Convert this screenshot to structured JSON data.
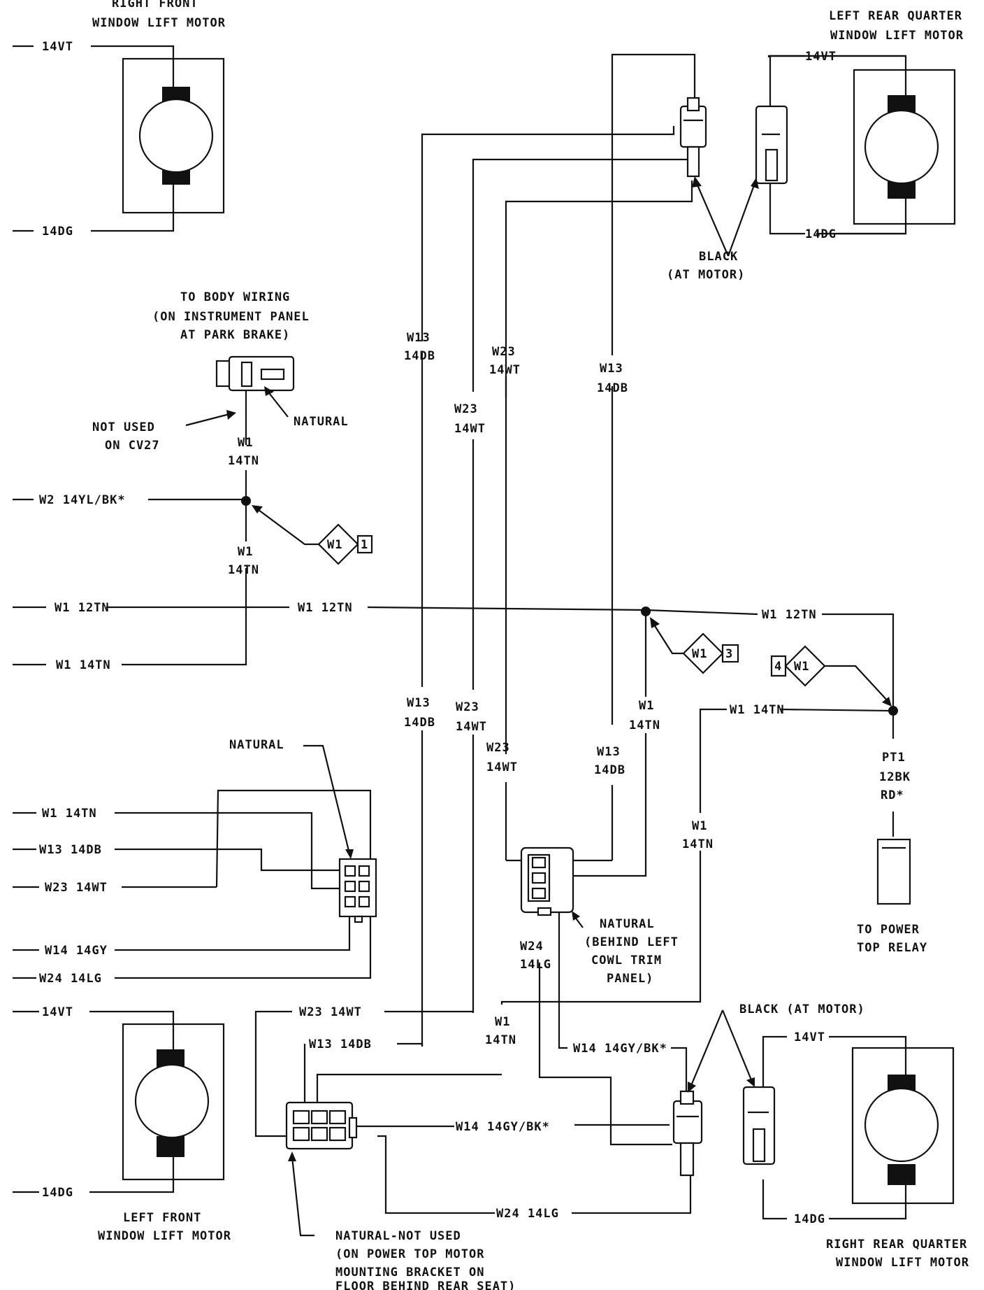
{
  "components": {
    "rf_motor": [
      "RIGHT FRONT",
      "WINDOW LIFT MOTOR"
    ],
    "lrq_motor": [
      "LEFT REAR QUARTER",
      "WINDOW LIFT MOTOR"
    ],
    "lf_motor": [
      "LEFT FRONT",
      "WINDOW LIFT MOTOR"
    ],
    "rrq_motor": [
      "RIGHT  REAR QUARTER",
      "WINDOW LIFT MOTOR"
    ],
    "body_wiring": [
      "TO BODY WIRING",
      "(ON INSTRUMENT PANEL",
      "AT PARK BRAKE)"
    ],
    "not_used": [
      "NOT USED",
      "ON CV27"
    ],
    "natural_top": "NATURAL",
    "natural_left": "NATURAL",
    "natural_cowl": [
      "NATURAL",
      "(BEHIND LEFT",
      "COWL TRIM",
      "PANEL)"
    ],
    "natural_not_used": [
      "NATURAL-NOT USED",
      "(ON POWER TOP MOTOR",
      "MOUNTING BRACKET ON",
      "FLOOR BEHIND REAR SEAT)"
    ],
    "black_top": [
      "BLACK",
      "(AT MOTOR)"
    ],
    "black_bottom": "BLACK (AT MOTOR)",
    "power_top_relay": [
      "TO POWER",
      "TOP RELAY"
    ]
  },
  "wires": {
    "rf_14vt": "14VT",
    "rf_14dg": "14DG",
    "lrq_14vt": "14VT",
    "lrq_14dg": "14DG",
    "lf_14vt": "14VT",
    "lf_14dg": "14DG",
    "rrq_14vt": "14VT",
    "rrq_14dg": "14DG",
    "w2": "W2 14YL/BK*",
    "w1_tn_a": [
      "W1",
      "14TN"
    ],
    "w1_tn_b": [
      "W1",
      "14TN"
    ],
    "w1_12tn_left": "W1 12TN",
    "w1_12tn_mid": "W1 12TN",
    "w1_12tn_right": "W1 12TN",
    "w1_14tn_left": "W1 14TN",
    "w1_14tn_right": "W1 14TN",
    "w13_a": [
      "W13",
      "14DB"
    ],
    "w23_a": [
      "W23",
      "14WT"
    ],
    "w23_b": [
      "W23",
      "14WT"
    ],
    "w13_b": [
      "W13",
      "14DB"
    ],
    "w13_c": [
      "W13",
      "14DB"
    ],
    "w23_c": [
      "W23",
      "14WT"
    ],
    "w1_c": [
      "W1",
      "14TN"
    ],
    "w23_d": [
      "W23",
      "14WT"
    ],
    "w13_d": [
      "W13",
      "14DB"
    ],
    "w1_d": [
      "W1",
      "14TN"
    ],
    "pt1": [
      "PT1",
      "12BK",
      "RD*"
    ],
    "conn_w1_14tn": "W1 14TN",
    "conn_w13_14db": "W13 14DB",
    "conn_w23_14wt": "W23 14WT",
    "conn_w14_14gy": "W14 14GY",
    "conn_w24_14lg": "W24 14LG",
    "w24_cowl": [
      "W24",
      "14LG"
    ],
    "w23_14wt_low": "W23 14WT",
    "w13_14db_low": "W13 14DB",
    "w1_low": [
      "W1",
      "14TN"
    ],
    "w14_14gy_bk_a": "W14 14GY/BK*",
    "w14_14gy_bk_b": "W14 14GY/BK*",
    "w24_14lg_low": "W24 14LG"
  },
  "splices": {
    "s1_name": "W1",
    "s1_num": "1",
    "s3_name": "W1",
    "s3_num": "3",
    "s4_name": "W1",
    "s4_num": "4"
  }
}
